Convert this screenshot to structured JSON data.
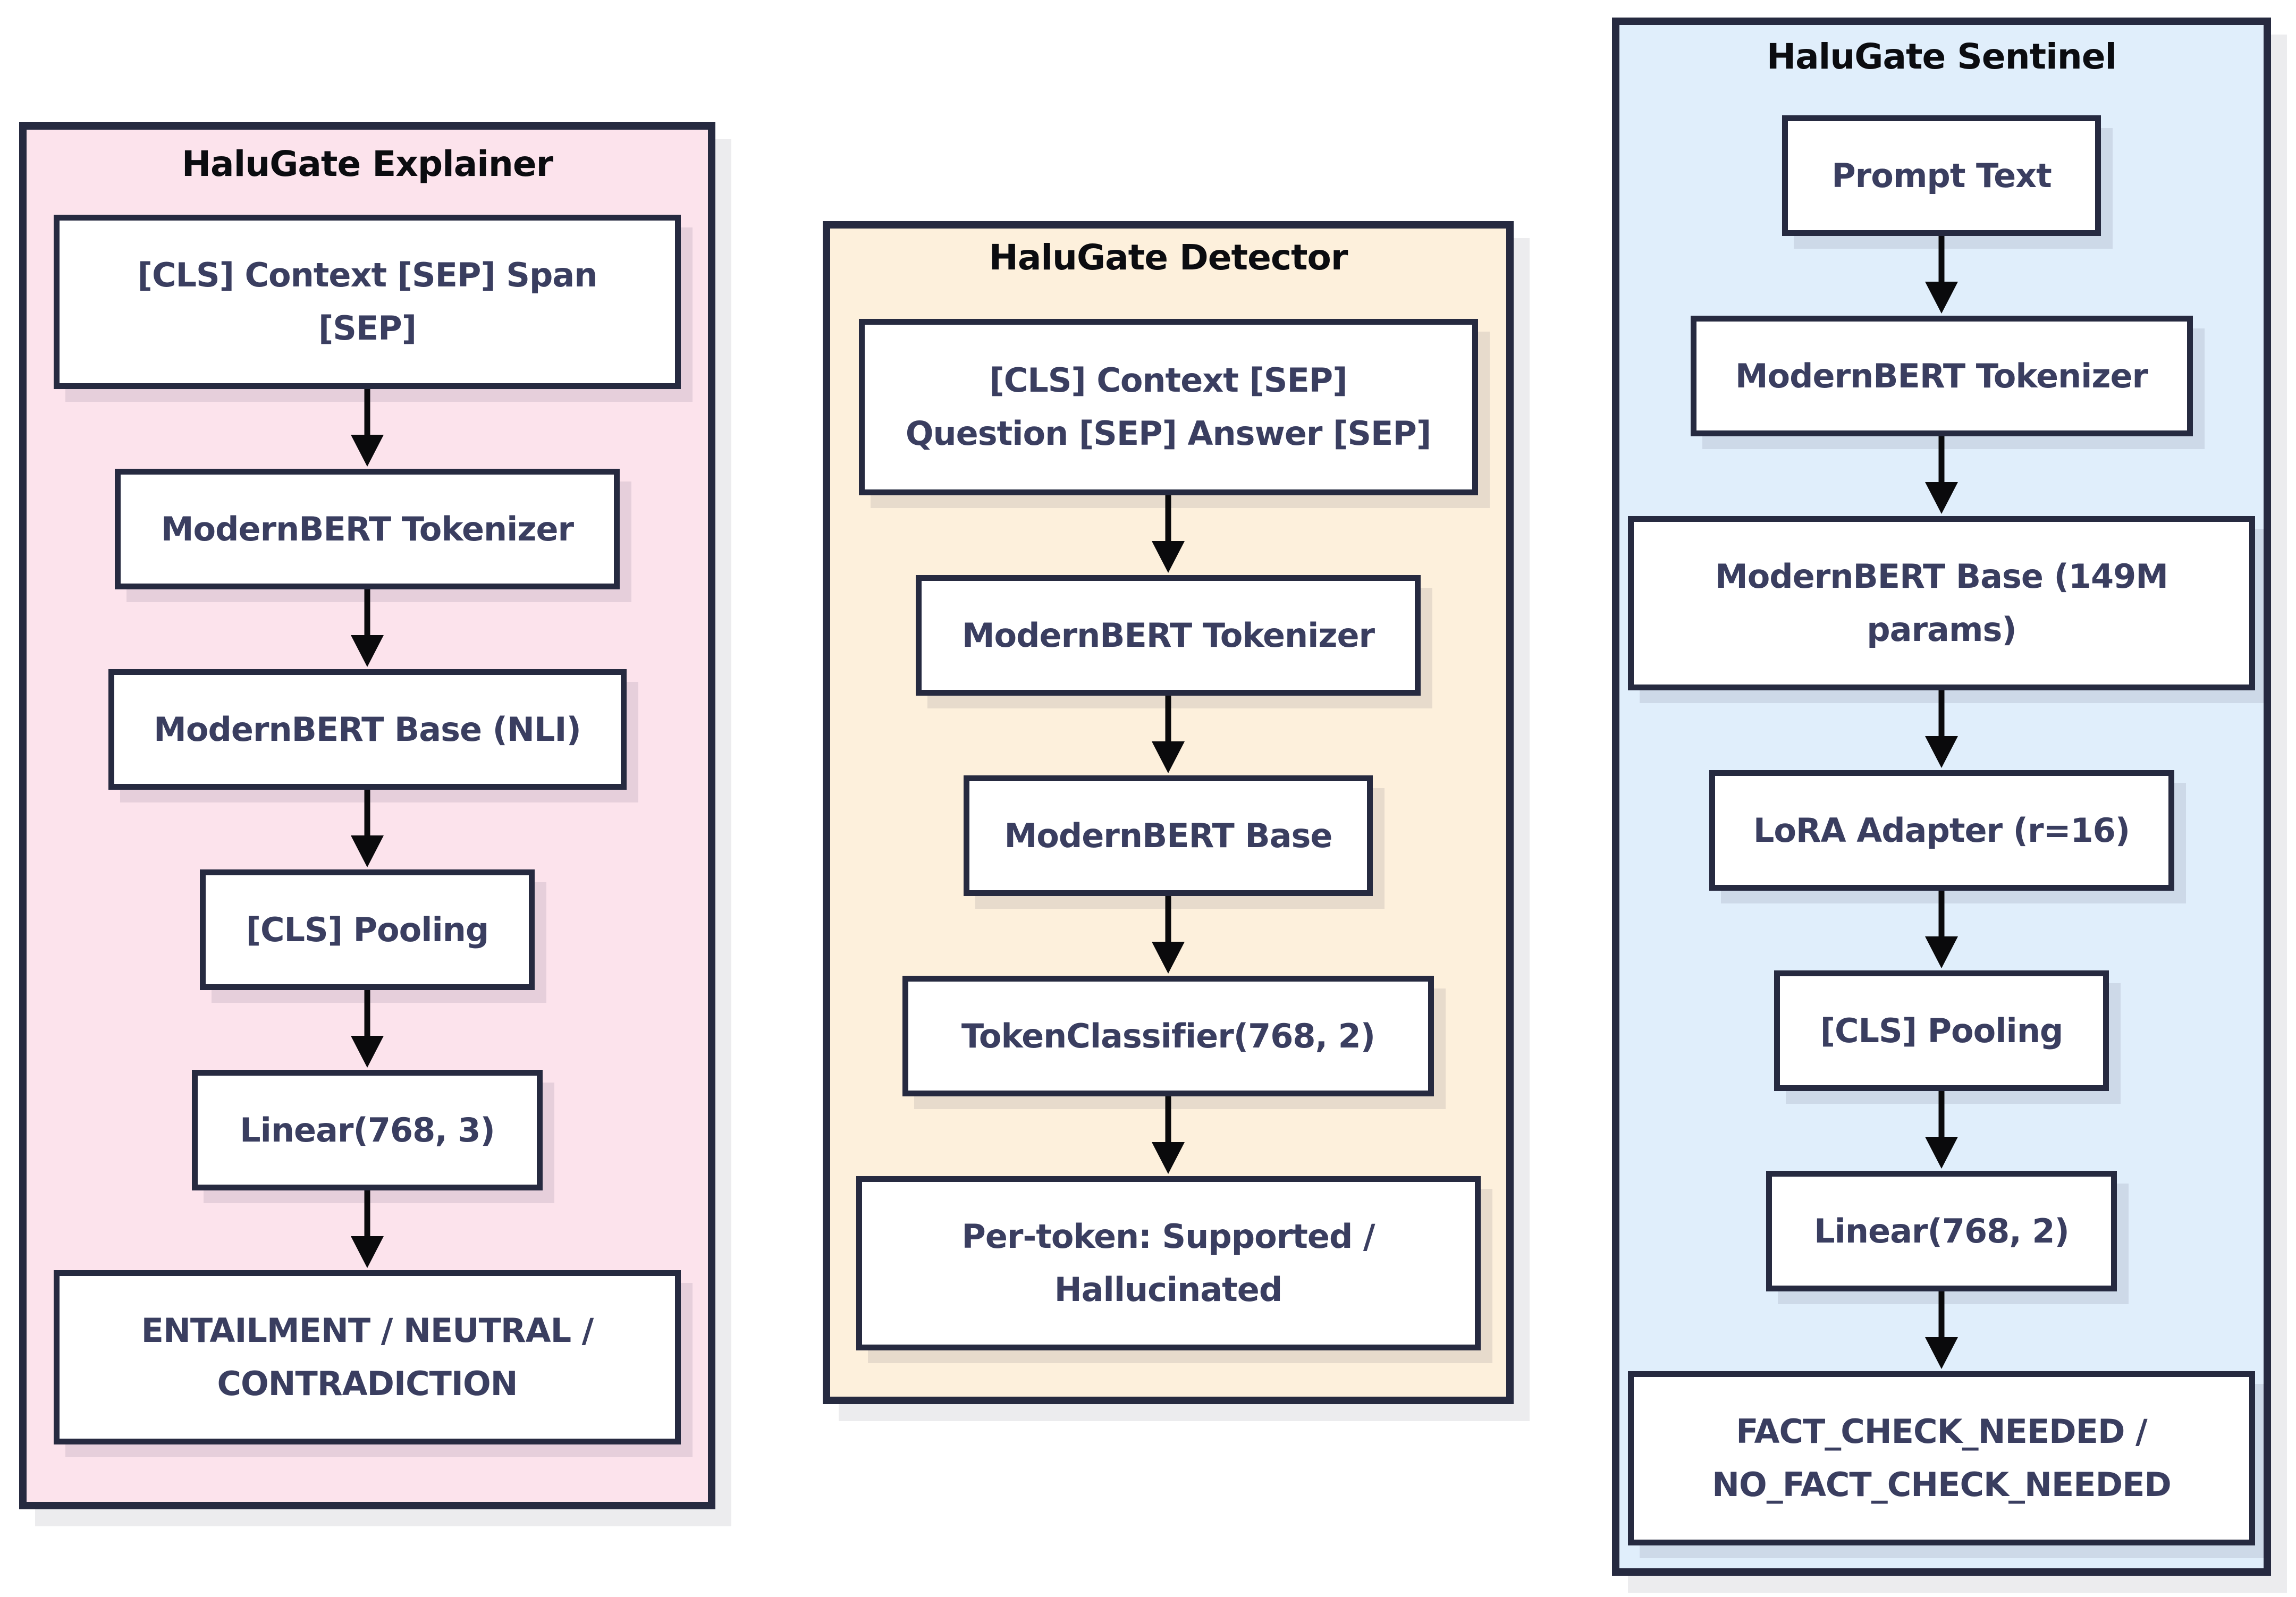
{
  "colors": {
    "explainer_bg": "#fce3ec",
    "detector_bg": "#fdf0dc",
    "sentinel_bg": "#e0eefb",
    "panel_border": "#262a40",
    "title_text": "#0b0c10",
    "box_text": "#3a3e60",
    "arrow": "#0a0a0c"
  },
  "panels": [
    {
      "title": "HaluGate Explainer",
      "boxes": [
        {
          "label": "[CLS] Context [SEP] Span\n[SEP]"
        },
        {
          "label": "ModernBERT Tokenizer"
        },
        {
          "label": "ModernBERT Base (NLI)"
        },
        {
          "label": "[CLS] Pooling"
        },
        {
          "label": "Linear(768, 3)"
        },
        {
          "label": "ENTAILMENT / NEUTRAL /\nCONTRADICTION"
        }
      ]
    },
    {
      "title": "HaluGate Detector",
      "boxes": [
        {
          "label": "[CLS] Context [SEP]\nQuestion [SEP] Answer [SEP]"
        },
        {
          "label": "ModernBERT Tokenizer"
        },
        {
          "label": "ModernBERT Base"
        },
        {
          "label": "TokenClassifier(768, 2)"
        },
        {
          "label": "Per-token: Supported /\nHallucinated"
        }
      ]
    },
    {
      "title": "HaluGate Sentinel",
      "boxes": [
        {
          "label": "Prompt Text"
        },
        {
          "label": "ModernBERT Tokenizer"
        },
        {
          "label": "ModernBERT Base (149M\nparams)"
        },
        {
          "label": "LoRA Adapter (r=16)"
        },
        {
          "label": "[CLS] Pooling"
        },
        {
          "label": "Linear(768, 2)"
        },
        {
          "label": "FACT_CHECK_NEEDED /\nNO_FACT_CHECK_NEEDED"
        }
      ]
    }
  ]
}
